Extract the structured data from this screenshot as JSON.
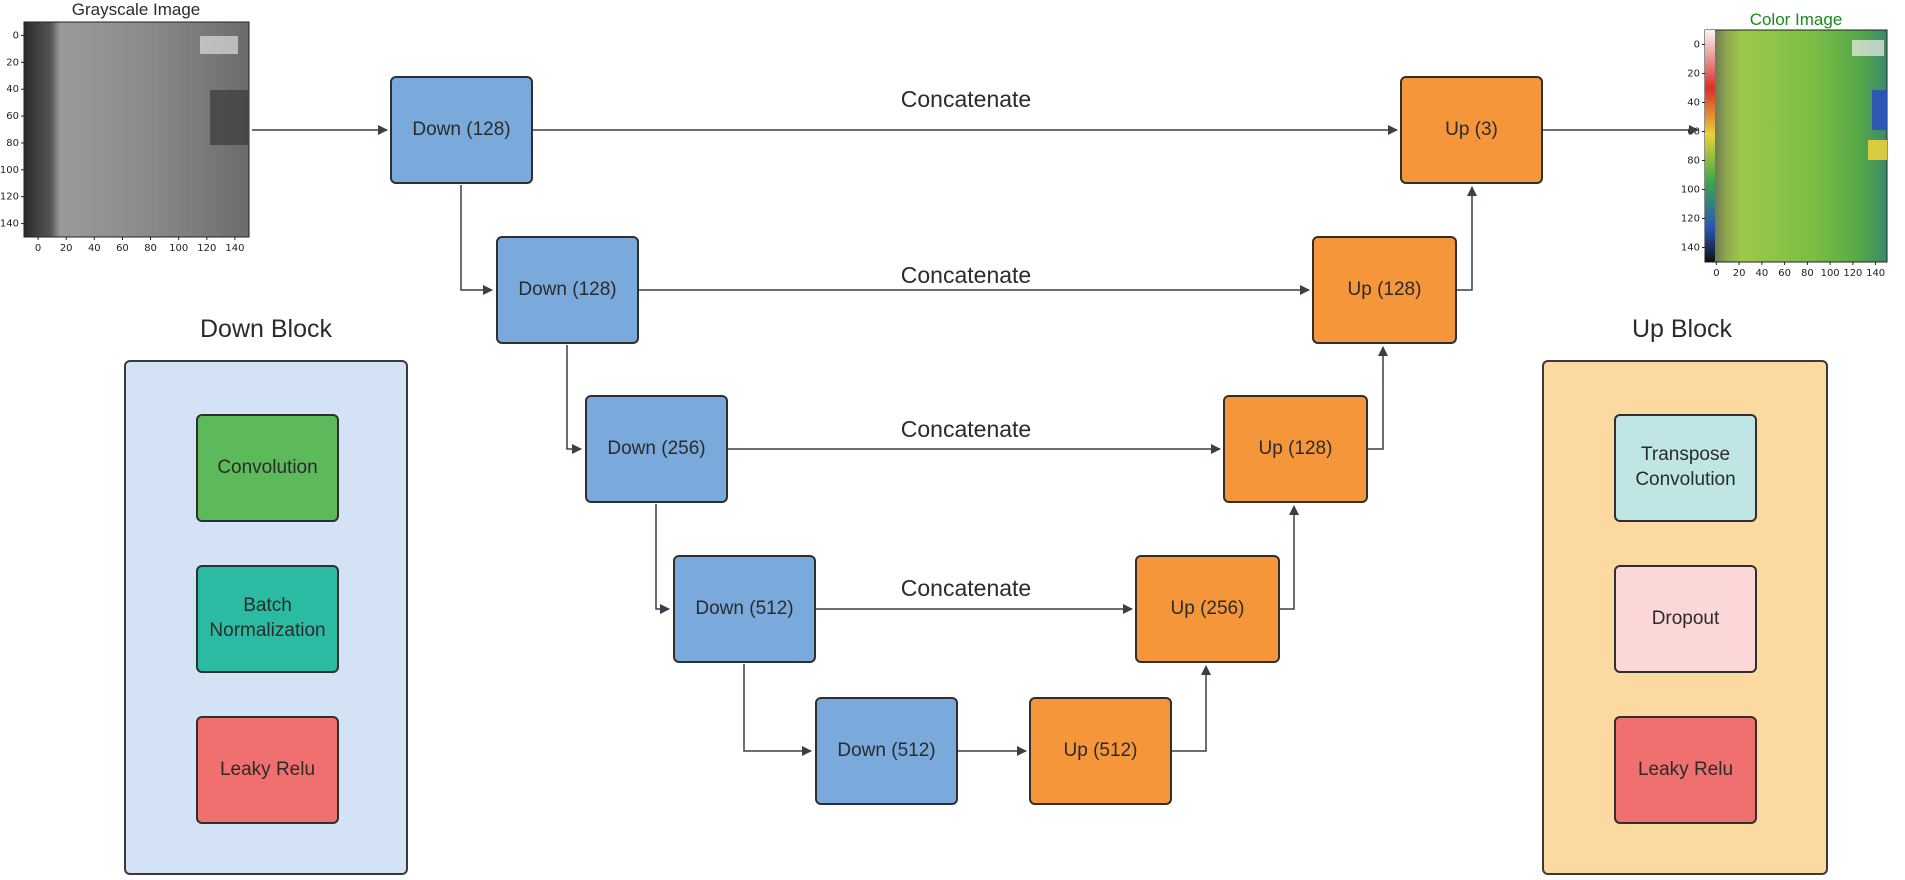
{
  "images": {
    "input": {
      "title": "Grayscale Image",
      "title_color": "#000000",
      "yticks": [
        "0",
        "20",
        "40",
        "60",
        "80",
        "100",
        "120",
        "140"
      ],
      "xticks": [
        "0",
        "20",
        "40",
        "60",
        "80",
        "100",
        "120",
        "140"
      ]
    },
    "output": {
      "title": "Color Image",
      "title_color": "#1a8a1a",
      "yticks": [
        "0",
        "20",
        "40",
        "60",
        "80",
        "100",
        "120",
        "140"
      ],
      "xticks": [
        "0",
        "20",
        "40",
        "60",
        "80",
        "100",
        "120",
        "140"
      ]
    }
  },
  "connections": {
    "concat_labels": [
      "Concatenate",
      "Concatenate",
      "Concatenate",
      "Concatenate"
    ]
  },
  "encoder": [
    {
      "label": "Down (128)"
    },
    {
      "label": "Down (128)"
    },
    {
      "label": "Down (256)"
    },
    {
      "label": "Down (512)"
    },
    {
      "label": "Down (512)"
    }
  ],
  "decoder": [
    {
      "label": "Up (512)"
    },
    {
      "label": "Up (256)"
    },
    {
      "label": "Up (128)"
    },
    {
      "label": "Up (128)"
    },
    {
      "label": "Up (3)"
    }
  ],
  "legend": {
    "down_block": {
      "title": "Down Block",
      "bg": "#d3e3f5",
      "items": [
        {
          "label": "Convolution",
          "color": "#5dba5a"
        },
        {
          "label": "Batch Normalization",
          "color": "#2bbba3"
        },
        {
          "label": "Leaky Relu",
          "color": "#f06f6f"
        }
      ]
    },
    "up_block": {
      "title": "Up Block",
      "bg": "#fcd9a0",
      "items": [
        {
          "label": "Transpose Convolution",
          "color": "#bfe6e4"
        },
        {
          "label": "Dropout",
          "color": "#fbd7d7"
        },
        {
          "label": "Leaky Relu",
          "color": "#f06f6f"
        }
      ]
    }
  },
  "colors": {
    "down": "#7aa9dc",
    "up": "#f5963a",
    "arrow": "#3a3f47"
  }
}
